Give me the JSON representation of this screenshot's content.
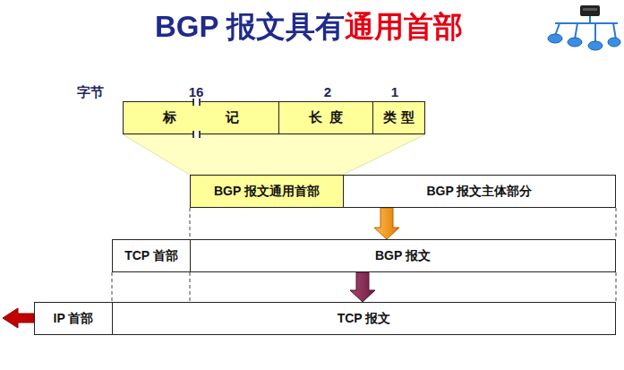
{
  "diagram": {
    "title": "BGP 报文具有通用首部",
    "nodes": [
      {
        "text": [
          "标记"
        ]
      },
      {
        "text": [
          "长度"
        ]
      },
      {
        "text": [
          "类型"
        ]
      },
      {
        "text": [
          "BGP 报文通用首部"
        ]
      },
      {
        "text": [
          "BGP 报文主体部分"
        ]
      },
      {
        "text": [
          "TCP 首部"
        ]
      },
      {
        "text": [
          "BGP 报文"
        ]
      },
      {
        "text": [
          "IP 首部"
        ]
      },
      {
        "text": [
          "TCP 报文"
        ]
      }
    ],
    "edges": [
      {
        "from": 4,
        "to": 6,
        "arrow": "to"
      },
      {
        "from": 6,
        "to": 8,
        "arrow": "to"
      }
    ],
    "labels": [
      "字节",
      "16",
      "2",
      "1"
    ]
  }
}
